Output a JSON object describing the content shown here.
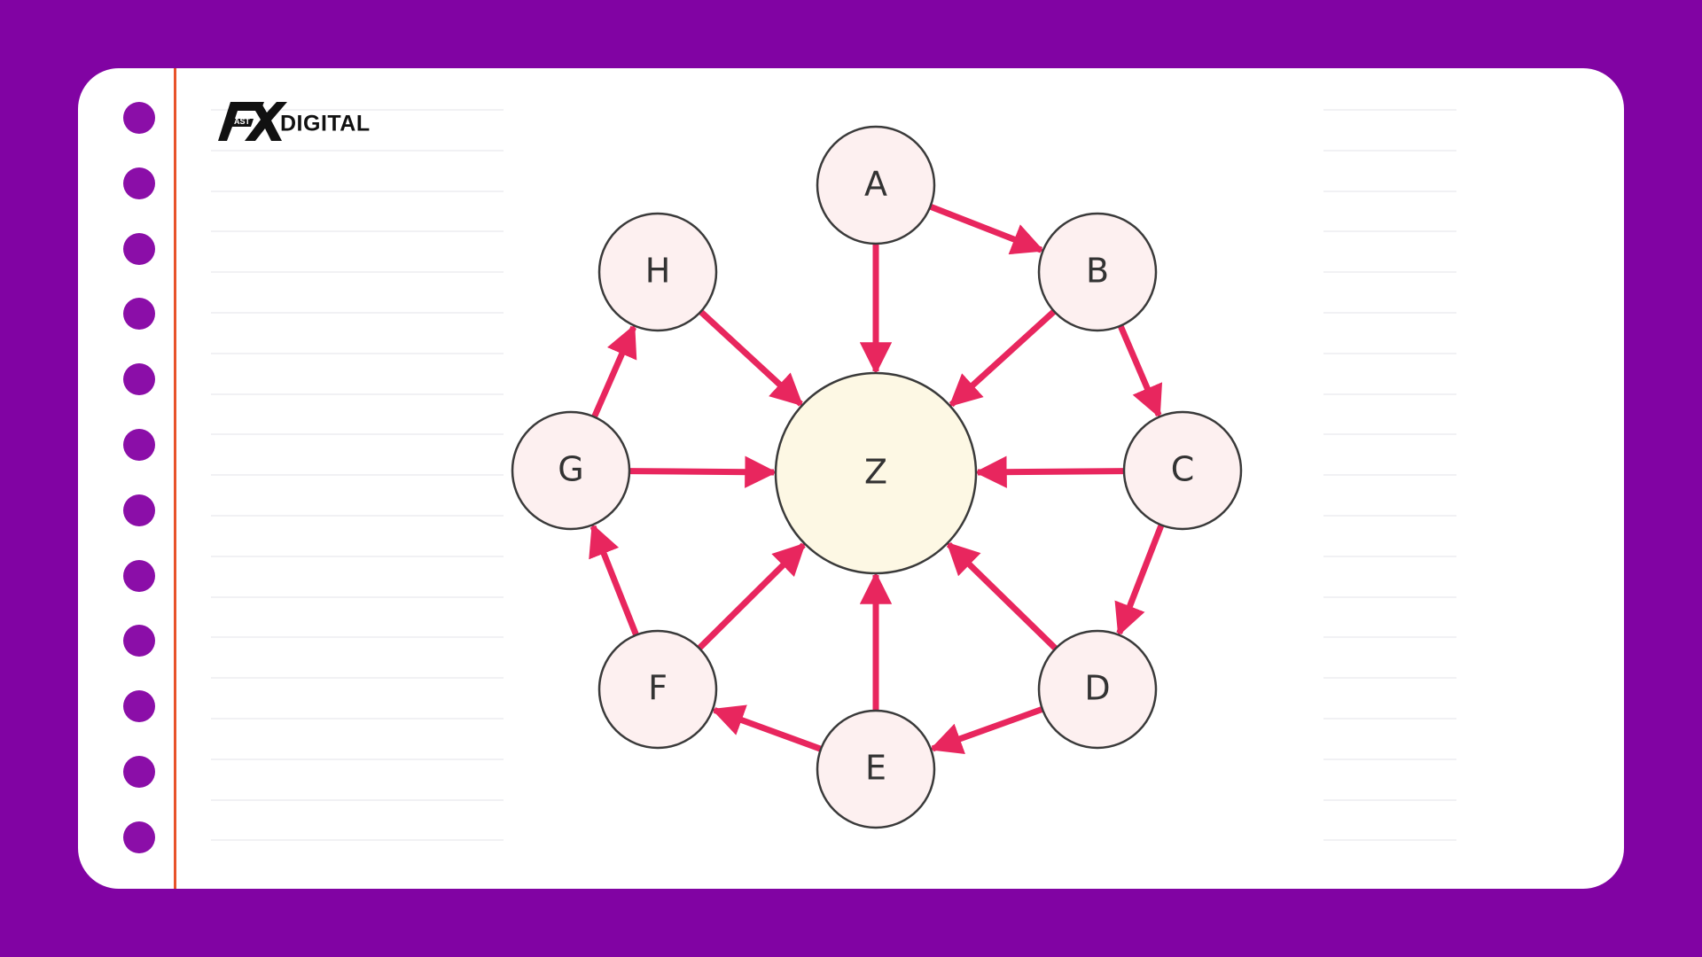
{
  "brand": {
    "logo_text": "FAST X",
    "wordmark": "DIGITAL"
  },
  "colors": {
    "background": "#8103a3",
    "card": "#ffffff",
    "hole": "#8b0ea8",
    "margin_line": "#e8532a",
    "edge": "#e8265e",
    "node_fill": "#fdf0f0",
    "hub_fill": "#fdf8e4",
    "node_stroke": "#3a3a3a"
  },
  "graph": {
    "nodes": [
      {
        "id": "A",
        "label": "A",
        "hub": false
      },
      {
        "id": "B",
        "label": "B",
        "hub": false
      },
      {
        "id": "C",
        "label": "C",
        "hub": false
      },
      {
        "id": "D",
        "label": "D",
        "hub": false
      },
      {
        "id": "E",
        "label": "E",
        "hub": false
      },
      {
        "id": "F",
        "label": "F",
        "hub": false
      },
      {
        "id": "G",
        "label": "G",
        "hub": false
      },
      {
        "id": "H",
        "label": "H",
        "hub": false
      },
      {
        "id": "Z",
        "label": "Z",
        "hub": true
      }
    ],
    "edges": [
      {
        "from": "A",
        "to": "B"
      },
      {
        "from": "B",
        "to": "C"
      },
      {
        "from": "C",
        "to": "D"
      },
      {
        "from": "D",
        "to": "E"
      },
      {
        "from": "E",
        "to": "F"
      },
      {
        "from": "F",
        "to": "G"
      },
      {
        "from": "G",
        "to": "H"
      },
      {
        "from": "A",
        "to": "Z"
      },
      {
        "from": "B",
        "to": "Z"
      },
      {
        "from": "C",
        "to": "Z"
      },
      {
        "from": "D",
        "to": "Z"
      },
      {
        "from": "E",
        "to": "Z"
      },
      {
        "from": "F",
        "to": "Z"
      },
      {
        "from": "G",
        "to": "Z"
      },
      {
        "from": "H",
        "to": "Z"
      }
    ]
  }
}
